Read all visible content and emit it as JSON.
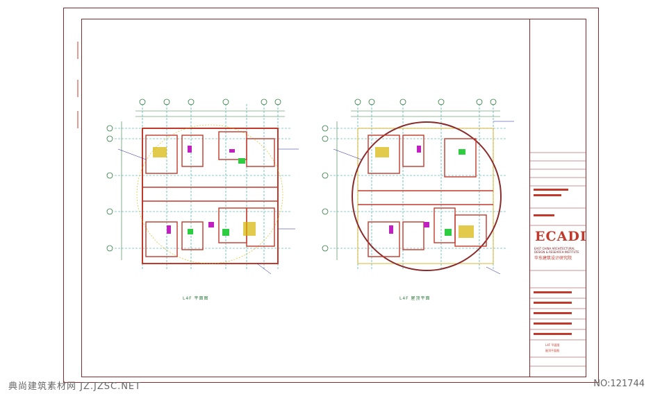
{
  "drawing": {
    "left_plan_caption": "L4F 平面图",
    "right_plan_caption": "L4F 屋顶平面",
    "title_block": {
      "logo": "ECADI",
      "institute_name": "华东建筑设计研究院",
      "institute_en": "EAST CHINA ARCHITECTURAL DESIGN & RESEARCH INSTITUTE",
      "drawing_title_1": "L4F 平面图",
      "drawing_title_2": "屋顶平面图"
    }
  },
  "watermark": {
    "left": "典尚建筑素材网 JZ.JZSC.NET",
    "right": "NO:121744"
  },
  "colors": {
    "frame": "#8a2b2b",
    "wall": "#c0392b",
    "grid": "#1a9a9a",
    "dim": "#2b7a3a",
    "furniture": "#d4b400",
    "magenta": "#c020c0"
  }
}
